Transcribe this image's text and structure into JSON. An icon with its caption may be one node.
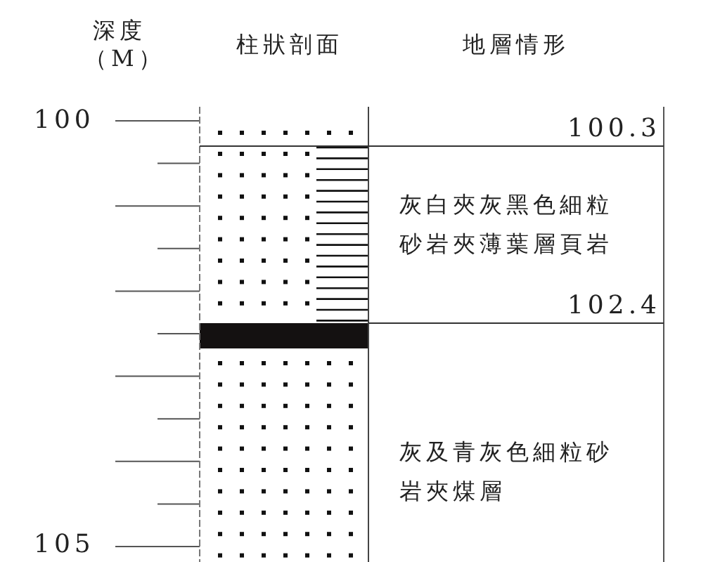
{
  "diagram": {
    "labels": [
      "深度（M）",
      "柱狀剖面",
      "地層情形",
      "100",
      "100.3",
      "灰白夾灰黑色細粒砂岩夾薄葉層頁岩",
      "102.4",
      "灰及青灰色細粒砂岩夾煤層",
      "105"
    ]
  }
}
